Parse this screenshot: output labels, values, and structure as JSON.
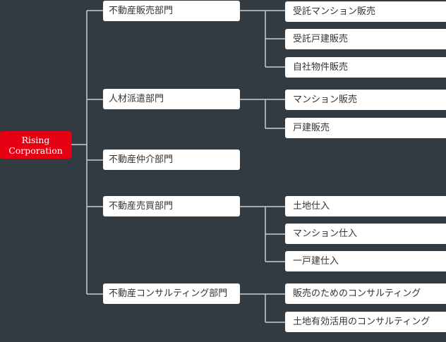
{
  "root": {
    "line1": "Rising",
    "line2": "Corporation",
    "color": "#e60012"
  },
  "departments": [
    {
      "label": "不動産販売部門",
      "children": [
        "受託マンション販売",
        "受託戸建販売",
        "自社物件販売"
      ]
    },
    {
      "label": "人材派遣部門",
      "children": [
        "マンション販売",
        "戸建販売"
      ]
    },
    {
      "label": "不動産仲介部門",
      "children": []
    },
    {
      "label": "不動産売買部門",
      "children": [
        "土地仕入",
        "マンション仕入",
        "一戸建仕入"
      ]
    },
    {
      "label": "不動産コンサルティング部門",
      "children": [
        "販売のためのコンサルティング",
        "土地有効活用のコンサルティング"
      ]
    }
  ]
}
